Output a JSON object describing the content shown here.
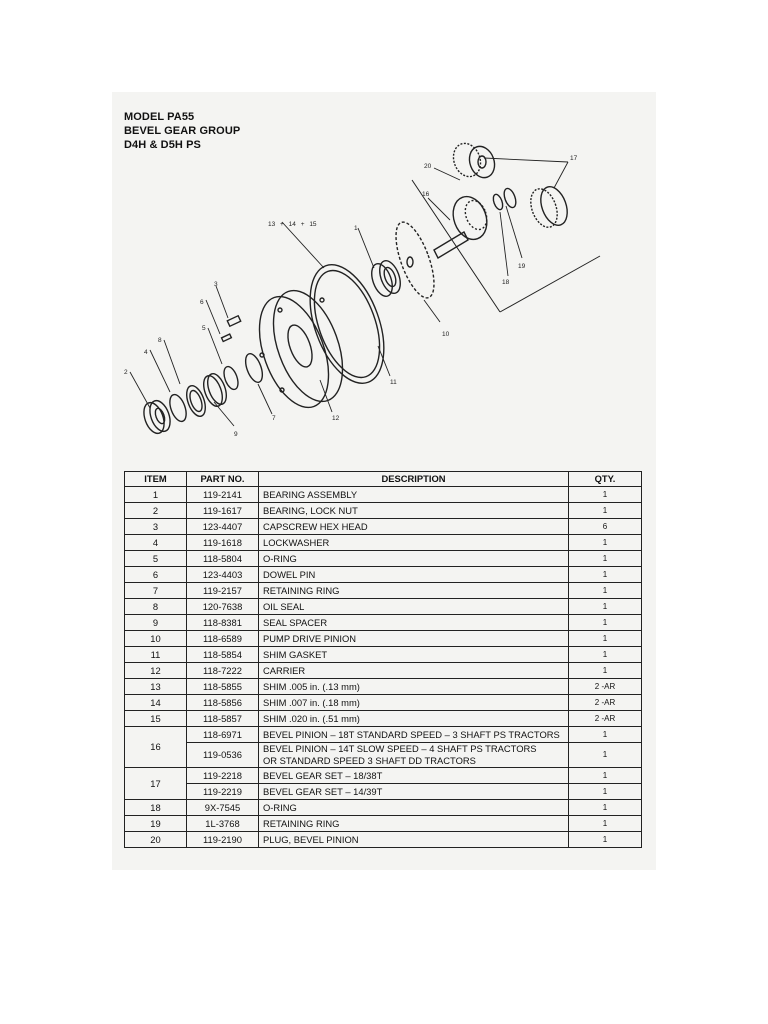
{
  "title": {
    "line1": "MODEL PA55",
    "line2": "BEVEL GEAR GROUP",
    "line3": "D4H & D5H PS"
  },
  "diagram": {
    "callouts": [
      "13",
      "14",
      "15",
      "1",
      "20",
      "17",
      "16",
      "19",
      "18",
      "10",
      "3",
      "6",
      "5",
      "8",
      "4",
      "2",
      "9",
      "7",
      "12",
      "11"
    ],
    "separator": "+"
  },
  "table": {
    "headers": [
      "ITEM",
      "PART NO.",
      "DESCRIPTION",
      "QTY."
    ],
    "rows": [
      {
        "item": "1",
        "part": "119-2141",
        "desc": "BEARING ASSEMBLY",
        "qty": "1"
      },
      {
        "item": "2",
        "part": "119-1617",
        "desc": "BEARING, LOCK NUT",
        "qty": "1"
      },
      {
        "item": "3",
        "part": "123-4407",
        "desc": "CAPSCREW HEX HEAD",
        "qty": "6"
      },
      {
        "item": "4",
        "part": "119-1618",
        "desc": "LOCKWASHER",
        "qty": "1"
      },
      {
        "item": "5",
        "part": "118-5804",
        "desc": "O-RING",
        "qty": "1"
      },
      {
        "item": "6",
        "part": "123-4403",
        "desc": "DOWEL PIN",
        "qty": "1"
      },
      {
        "item": "7",
        "part": "119-2157",
        "desc": "RETAINING RING",
        "qty": "1"
      },
      {
        "item": "8",
        "part": "120-7638",
        "desc": "OIL SEAL",
        "qty": "1"
      },
      {
        "item": "9",
        "part": "118-8381",
        "desc": "SEAL SPACER",
        "qty": "1"
      },
      {
        "item": "10",
        "part": "118-6589",
        "desc": "PUMP DRIVE PINION",
        "qty": "1"
      },
      {
        "item": "11",
        "part": "118-5854",
        "desc": "SHIM GASKET",
        "qty": "1"
      },
      {
        "item": "12",
        "part": "118-7222",
        "desc": "CARRIER",
        "qty": "1"
      },
      {
        "item": "13",
        "part": "118-5855",
        "desc": "SHIM .005 in. (.13 mm)",
        "qty": "2 -AR"
      },
      {
        "item": "14",
        "part": "118-5856",
        "desc": "SHIM .007 in. (.18 mm)",
        "qty": "2 -AR"
      },
      {
        "item": "15",
        "part": "118-5857",
        "desc": "SHIM .020 in. (.51 mm)",
        "qty": "2 -AR"
      },
      {
        "item": "16",
        "part": "118-6971",
        "desc": "BEVEL PINION – 18T STANDARD SPEED – 3 SHAFT PS TRACTORS",
        "qty": "1"
      },
      {
        "part": "119-0536",
        "desc_line1": "BEVEL PINION – 14T SLOW SPEED – 4 SHAFT PS TRACTORS",
        "desc_line2": "OR STANDARD SPEED 3 SHAFT DD TRACTORS",
        "qty": "1"
      },
      {
        "item": "17",
        "part": "119-2218",
        "desc": "BEVEL GEAR SET – 18/38T",
        "qty": "1"
      },
      {
        "part": "119-2219",
        "desc": "BEVEL GEAR SET – 14/39T",
        "qty": "1"
      },
      {
        "item": "18",
        "part": "9X-7545",
        "desc": "O-RING",
        "qty": "1"
      },
      {
        "item": "19",
        "part": "1L-3768",
        "desc": "RETAINING RING",
        "qty": "1"
      },
      {
        "item": "20",
        "part": "119-2190",
        "desc": "PLUG, BEVEL PINION",
        "qty": "1"
      }
    ]
  }
}
